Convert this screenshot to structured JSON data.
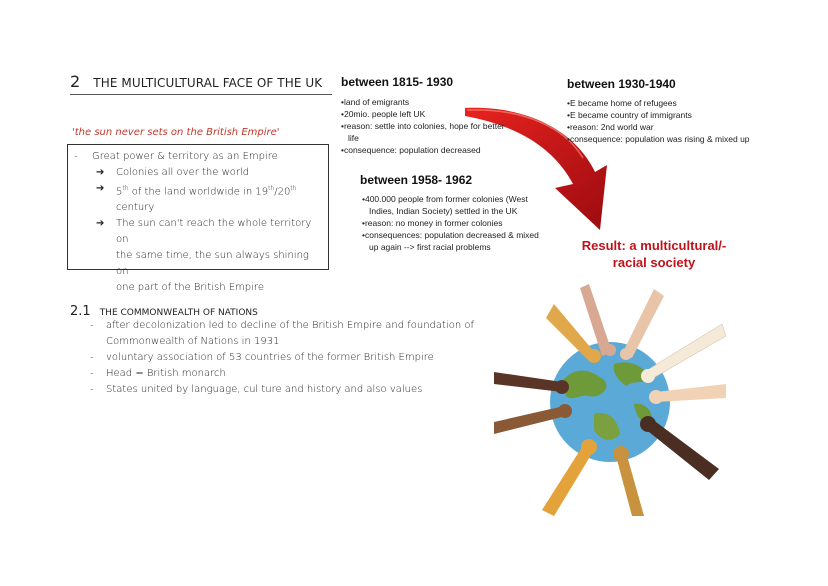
{
  "section": {
    "number": "2",
    "title": "THE MULTICULTURAL FACE OF THE UK"
  },
  "quote": "'the sun never sets on the British Empire'",
  "empire_box": {
    "main": "Great power & territory as an Empire",
    "point1": "Colonies all over the world",
    "point2_a": "5",
    "point2_sup1": "th",
    "point2_b": " of the land worldwide in 19",
    "point2_sup2": "th",
    "point2_c": "/20",
    "point2_sup3": "th",
    "point2_d": "century",
    "point3_a": "The sun can't reach the whole territory on",
    "point3_b": "the same time, the sun always shining on",
    "point3_c": "one part of the British Empire"
  },
  "periods": {
    "p1": {
      "heading": "between 1815- 1930",
      "bullets": [
        "•land of emigrants",
        "•20mio. people left UK",
        "•reason: settle into colonies, hope for better life",
        "•consequence: population decreased"
      ]
    },
    "p2": {
      "heading": "between 1958- 1962",
      "bullets": [
        "•400.000 people from former colonies (West Indies, Indian Society) settled in the UK",
        "•reason: no money in former colonies",
        "•consequences: population decreased & mixed up again --> first racial problems"
      ]
    },
    "p3": {
      "heading": "between 1930-1940",
      "bullets": [
        "•E became home of refugees",
        "•E became country of immigrants",
        "•reason: 2nd world war",
        "•consequence: population was rising & mixed up"
      ]
    }
  },
  "result": {
    "line1": "Result: a multicultural/-",
    "line2": "racial society"
  },
  "commonwealth": {
    "number": "2.1",
    "title": "THE COMMONWEALTH OF NATIONS",
    "items": [
      "after decolonization led to decline of the British Empire and foundation of Commonwealth of Nations in 1931",
      "voluntary association of 53 countries of the former British Empire",
      "Head = British monarch",
      "States united by language, cul ture and history and also values"
    ]
  },
  "colors": {
    "accent_red": "#c0121a",
    "quote_red": "#c0392b"
  },
  "icons": {
    "arrow": "arrow-right-icon",
    "illustration": "hands-around-globe-illustration"
  }
}
